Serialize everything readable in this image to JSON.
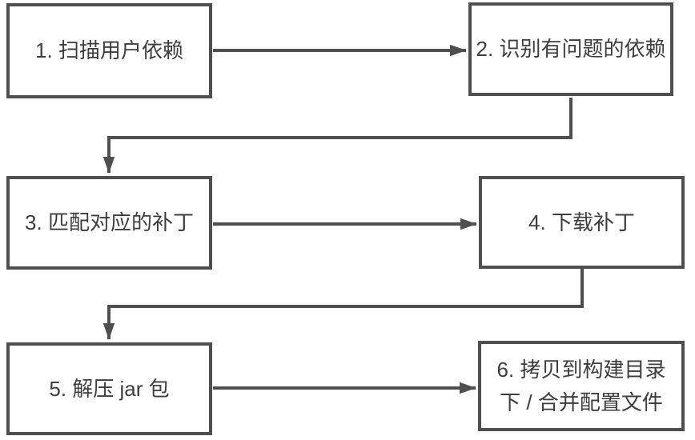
{
  "diagram": {
    "colors": {
      "line": "#4f4f4f",
      "text": "#3d3d3d",
      "background": "#ffffff"
    },
    "steps": [
      {
        "id": "step-1",
        "label": "1. 扫描用户依赖"
      },
      {
        "id": "step-2",
        "label": "2. 识别有问题的依赖"
      },
      {
        "id": "step-3",
        "label": "3. 匹配对应的补丁"
      },
      {
        "id": "step-4",
        "label": "4. 下载补丁"
      },
      {
        "id": "step-5",
        "label": "5. 解压 jar 包"
      },
      {
        "id": "step-6",
        "label": "6. 拷贝到构建目录下 / 合并配置文件"
      }
    ],
    "edges": [
      {
        "from": "step-1",
        "to": "step-2"
      },
      {
        "from": "step-2",
        "to": "step-3"
      },
      {
        "from": "step-3",
        "to": "step-4"
      },
      {
        "from": "step-4",
        "to": "step-5"
      },
      {
        "from": "step-5",
        "to": "step-6"
      }
    ]
  }
}
